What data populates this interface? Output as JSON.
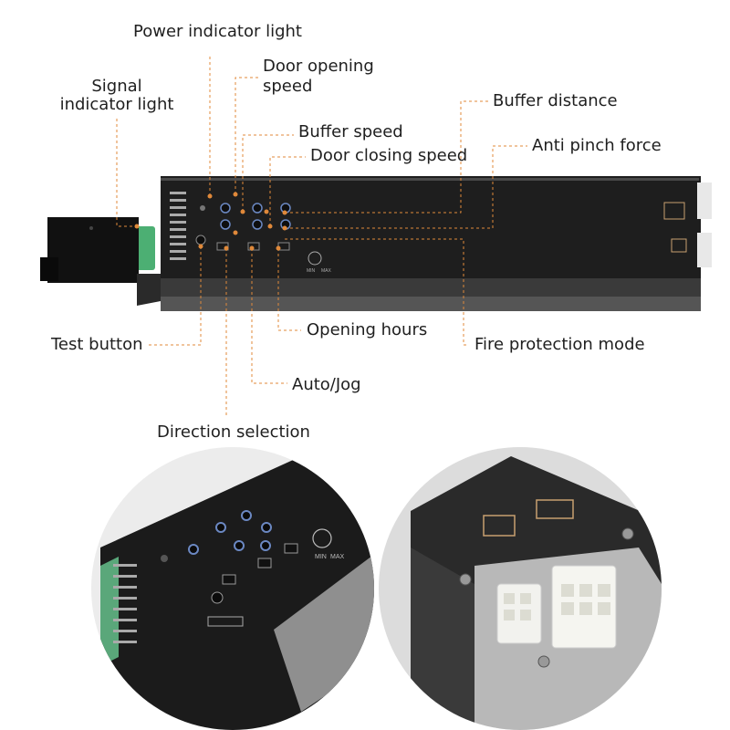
{
  "labels": {
    "power_indicator": "Power indicator light",
    "door_opening_speed_1": "Door opening",
    "door_opening_speed_2": "speed",
    "signal_indicator_1": "Signal",
    "signal_indicator_2": "indicator light",
    "buffer_distance": "Buffer distance",
    "buffer_speed": "Buffer speed",
    "anti_pinch": "Anti pinch force",
    "door_closing_speed": "Door closing speed",
    "opening_hours": "Opening hours",
    "test_button": "Test button",
    "fire_protection": "Fire protection mode",
    "auto_jog": "Auto/Jog",
    "direction_selection": "Direction selection"
  },
  "panel_text": {
    "min": "MIN",
    "max": "MAX",
    "zoom_min": "MIN",
    "zoom_max": "MAX"
  },
  "colors": {
    "leader_line": "#e0893a",
    "body_dark": "#1c1c1c",
    "accent_green": "#3fa36b"
  }
}
